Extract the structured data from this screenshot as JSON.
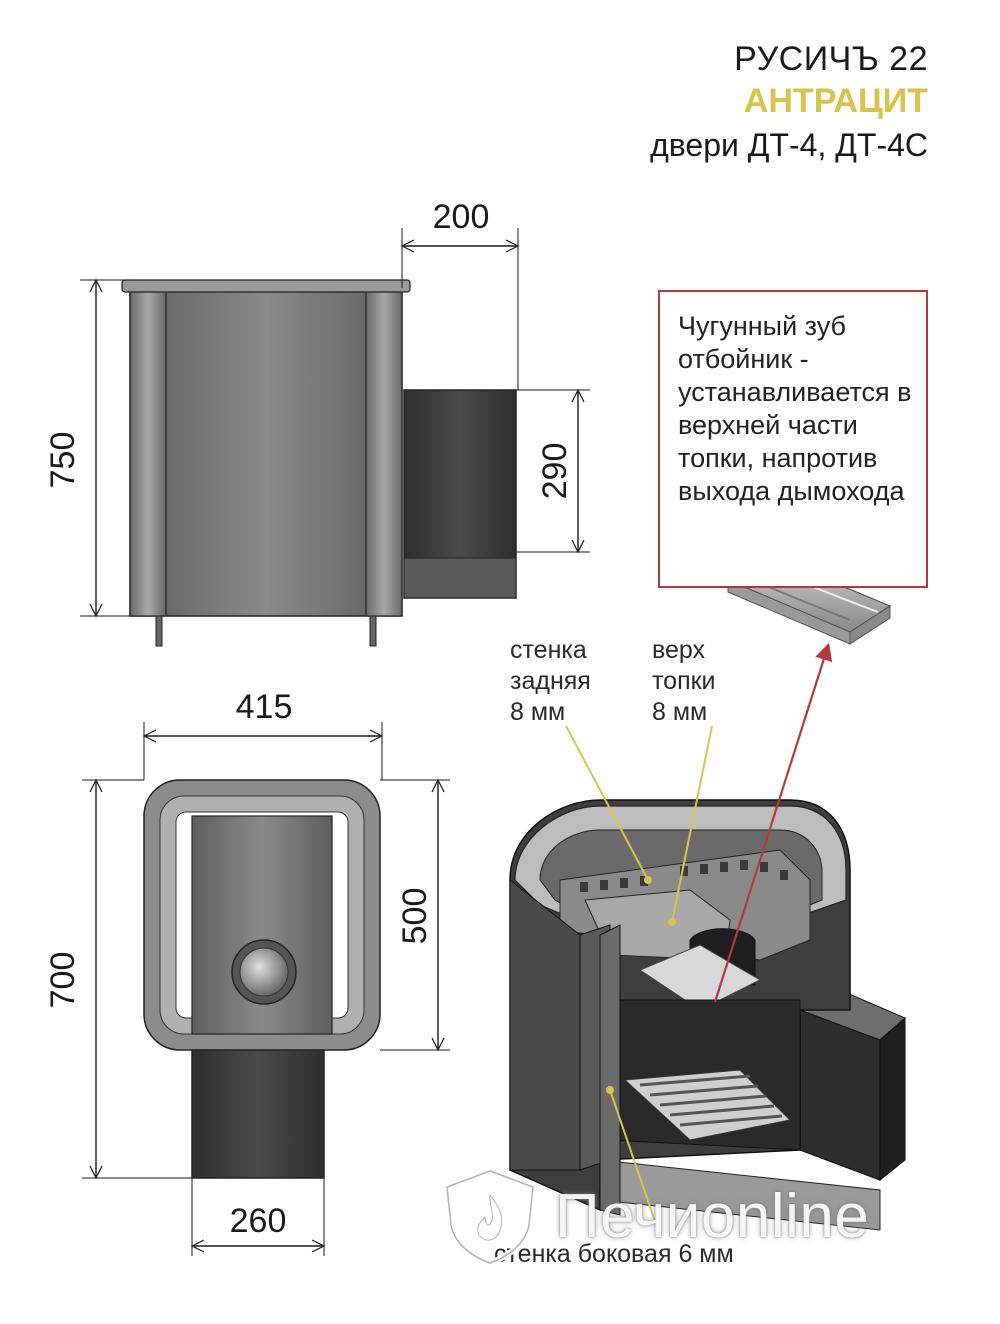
{
  "title": {
    "model": "РУСИЧЪ 22",
    "variant": "АНТРАЦИТ",
    "doors": "двери ДТ-4, ДТ-4С"
  },
  "dimensions": {
    "flue_width": "200",
    "total_height": "750",
    "flue_height": "290",
    "top_width": "415",
    "total_depth": "700",
    "body_depth": "500",
    "tunnel_width": "260"
  },
  "note": {
    "text": "Чугунный зуб отбойник - устанавливается в верхней части топки, напротив выхода дымохода"
  },
  "labels": {
    "rear_wall": [
      "стенка",
      "задняя",
      "8 мм"
    ],
    "firebox_top": [
      "верх",
      "топки",
      "8 мм"
    ],
    "side_wall": "стенка боковая 6 мм"
  },
  "watermark": {
    "text": "Печиonline"
  },
  "colors": {
    "accent_gold": "#d8c44c",
    "note_border": "#b43a3a",
    "arrow": "#b43a3a",
    "leader": "#d8c44c",
    "metal": "#7a7a7a",
    "metal_dark": "#3a3a3a"
  }
}
